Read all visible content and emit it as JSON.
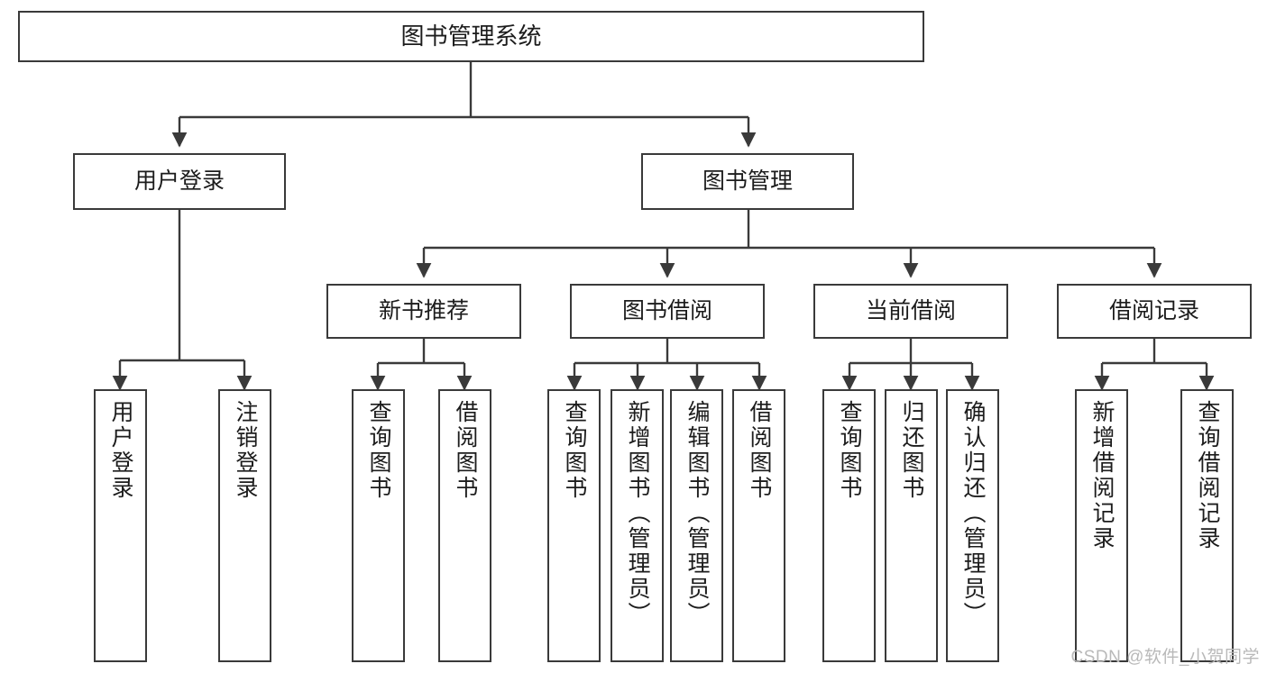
{
  "diagram": {
    "title": "图书管理系统",
    "type": "tree-hierarchy-chart",
    "watermark": "CSDN @软件_小贺同学",
    "line_color": "#3a3a3a",
    "box_fill": "#ffffff",
    "text_color": "#1c1c1c",
    "watermark_color": "#b9b9b9"
  },
  "nodes": {
    "root": {
      "label": "图书管理系统"
    },
    "level2": [
      {
        "label": "用户登录"
      },
      {
        "label": "图书管理"
      }
    ],
    "level3": [
      {
        "label": "新书推荐"
      },
      {
        "label": "图书借阅"
      },
      {
        "label": "当前借阅"
      },
      {
        "label": "借阅记录"
      }
    ],
    "leaves": {
      "user_login": [
        {
          "label": "用户登录"
        },
        {
          "label": "注销登录"
        }
      ],
      "new_book_recommend": [
        {
          "label": "查询图书"
        },
        {
          "label": "借阅图书"
        }
      ],
      "book_borrow": [
        {
          "label": "查询图书"
        },
        {
          "label": "新增图书（管理员）"
        },
        {
          "label": "编辑图书（管理员）"
        },
        {
          "label": "借阅图书"
        }
      ],
      "current_borrow": [
        {
          "label": "查询图书"
        },
        {
          "label": "归还图书"
        },
        {
          "label": "确认归还（管理员）"
        }
      ],
      "borrow_record": [
        {
          "label": "新增借阅记录"
        },
        {
          "label": "查询借阅记录"
        }
      ]
    }
  }
}
